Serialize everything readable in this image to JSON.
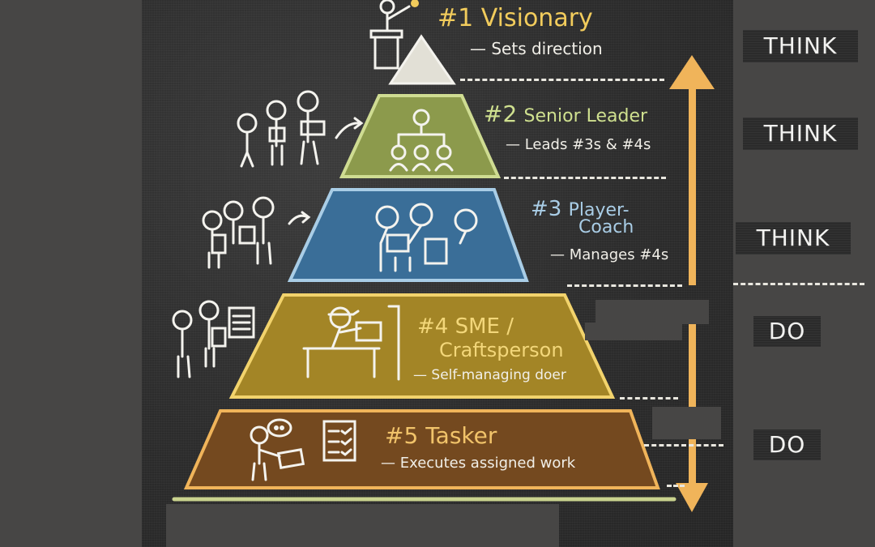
{
  "diagram": {
    "type": "leadership-pyramid",
    "levels": [
      {
        "number": "#1",
        "name": "Visionary",
        "description": "— Sets direction",
        "color": "#e9e6dc",
        "title_color": "#f2cc5c"
      },
      {
        "number": "#2",
        "name": "Senior Leader",
        "description": "— Leads #3s & #4s",
        "color": "#a3b25f",
        "title_color": "#cfe08f"
      },
      {
        "number": "#3",
        "name": "Player-",
        "name_line2": "Coach",
        "description": "— Manages #4s",
        "color": "#3f79a8",
        "title_color": "#a9cde6"
      },
      {
        "number": "#4",
        "name": "SME /",
        "name_line2": "Craftsperson",
        "description": "— Self-managing doer",
        "color": "#b0922e",
        "title_color": "#f3d77a"
      },
      {
        "number": "#5",
        "name": "Tasker",
        "description": "— Executes assigned work",
        "color": "#7c5426",
        "title_color": "#f1c36a"
      }
    ],
    "side_labels": [
      "THINK",
      "THINK",
      "THINK",
      "DO",
      "DO"
    ],
    "arrow": {
      "direction": "both",
      "color": "#f0b45a"
    }
  }
}
